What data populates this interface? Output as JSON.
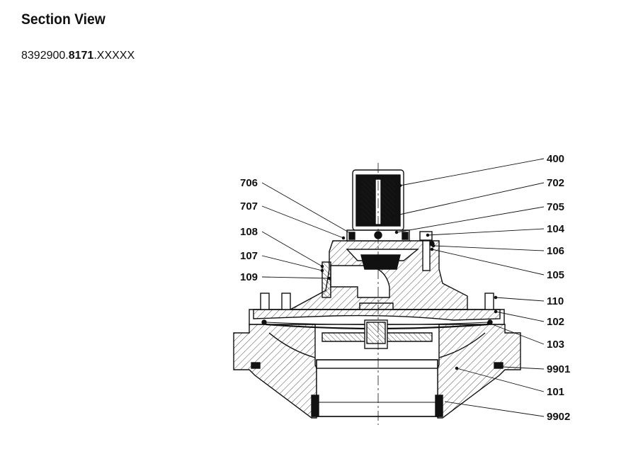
{
  "header": {
    "title": "Section View",
    "part_number_prefix": "8392900.",
    "part_number_bold": "8171",
    "part_number_suffix": ".XXXXX"
  },
  "callouts": {
    "c400": "400",
    "c702": "702",
    "c705": "705",
    "c104": "104",
    "c106": "106",
    "c105": "105",
    "c110": "110",
    "c102": "102",
    "c103": "103",
    "c9901": "9901",
    "c101": "101",
    "c9902": "9902",
    "c706": "706",
    "c707": "707",
    "c108": "108",
    "c107": "107",
    "c109": "109"
  }
}
